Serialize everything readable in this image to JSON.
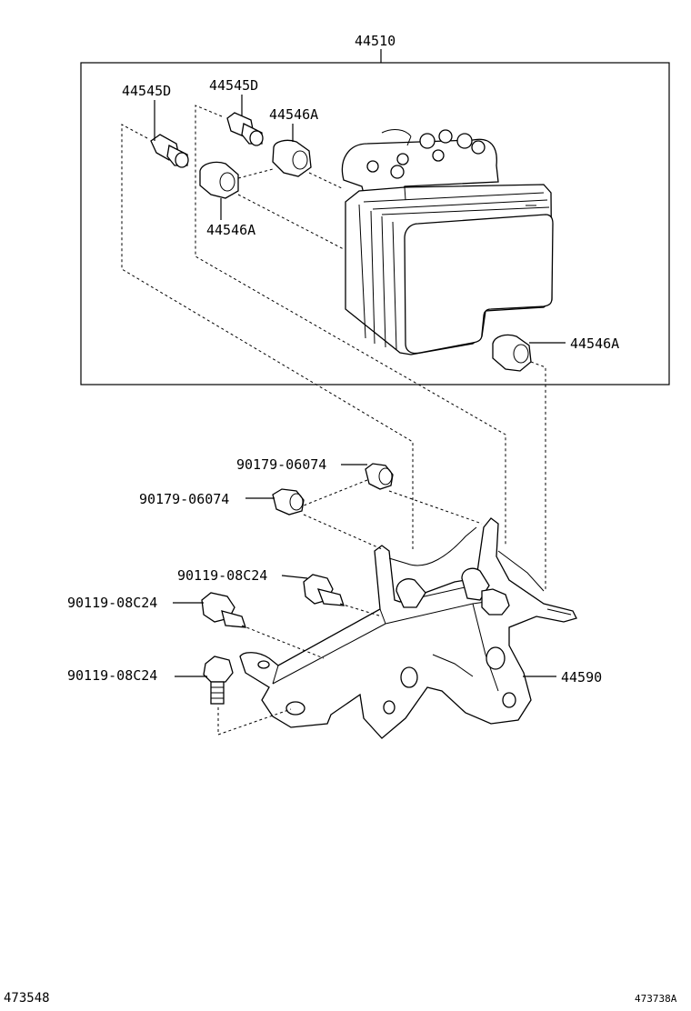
{
  "parts": {
    "assembly": "44510",
    "stud_bolt_left": "44545D",
    "stud_bolt_right": "44545D",
    "cushion_upper": "44546A",
    "cushion_middle": "44546A",
    "cushion_lower": "44546A",
    "nut_upper": "90179-06074",
    "nut_lower": "90179-06074",
    "bolt_middle": "90119-08C24",
    "bolt_left": "90119-08C24",
    "bolt_bottom": "90119-08C24",
    "bracket": "44590"
  },
  "footer": {
    "left_code": "473548",
    "right_code": "473738A"
  }
}
